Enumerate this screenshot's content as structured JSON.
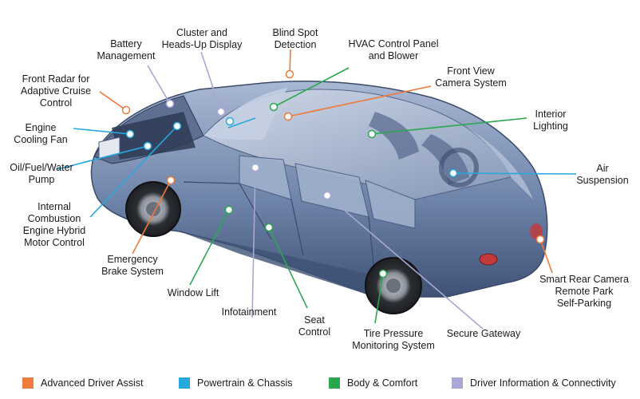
{
  "colors": {
    "adas": "#f07a3a",
    "powertrain": "#28a8de",
    "body": "#2aa84e",
    "info": "#a9a7d6",
    "car_body": "#7f93b6",
    "car_glass": "#b9c6dc",
    "car_dark": "#2e3b55",
    "wheel": "#3d4148"
  },
  "labels": {
    "battery": "Battery\nManagement",
    "cluster": "Cluster and\nHeads-Up Display",
    "blind_spot": "Blind Spot\nDetection",
    "hvac": "HVAC Control Panel\nand Blower",
    "front_view": "Front View\nCamera System",
    "front_radar": "Front Radar for\nAdaptive Cruise\nControl",
    "interior": "Interior\nLighting",
    "cooling": "Engine\nCooling Fan",
    "oil": "Oil/Fuel/Water\nPump",
    "air": "Air\nSuspension",
    "ice": "Internal\nCombustion\nEngine Hybrid\nMotor Control",
    "emergency": "Emergency\nBrake System",
    "window": "Window Lift",
    "infotainment": "Infotainment",
    "seat": "Seat\nControl",
    "tire": "Tire Pressure\nMonitoring System",
    "gateway": "Secure Gateway",
    "rear_cam": "Smart Rear Camera\nRemote Park\nSelf-Parking"
  },
  "legend": [
    {
      "label": "Advanced Driver Assist",
      "color": "#f07a3a"
    },
    {
      "label": "Powertrain & Chassis",
      "color": "#28a8de"
    },
    {
      "label": "Body & Comfort",
      "color": "#2aa84e"
    },
    {
      "label": "Driver Information & Connectivity",
      "color": "#a9a7d6"
    }
  ]
}
